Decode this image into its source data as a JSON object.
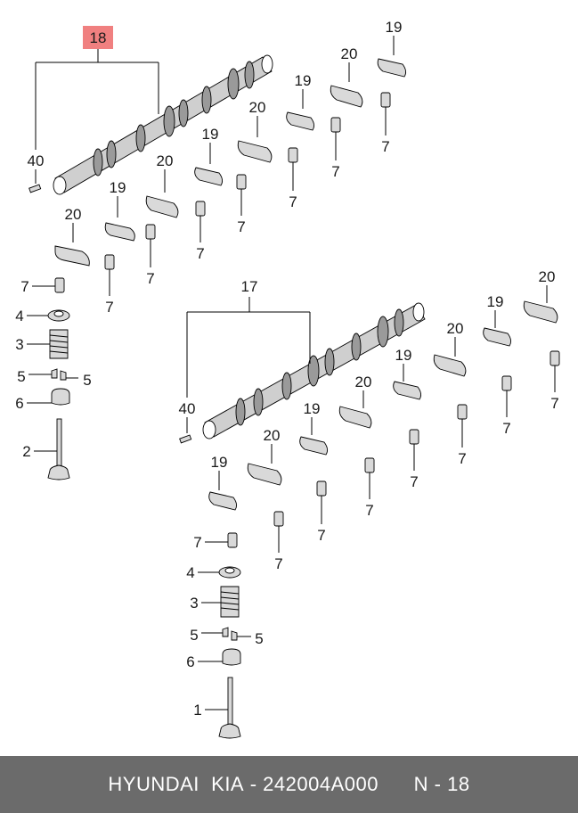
{
  "callouts": {
    "c18": "18",
    "c17": "17",
    "c40a": "40",
    "c40b": "40",
    "c19": "19",
    "c20": "20",
    "c7": "7",
    "c1": "1",
    "c2": "2",
    "c3": "3",
    "c4": "4",
    "c5": "5",
    "c6": "6"
  },
  "highlight": {
    "label": "18",
    "color": "#f08080"
  },
  "footer": {
    "brand": "HYUNDAI  KIA",
    "separator": " - ",
    "part_number": "242004A000",
    "page_ref": "N - 18",
    "background": "#6b6b6b"
  }
}
